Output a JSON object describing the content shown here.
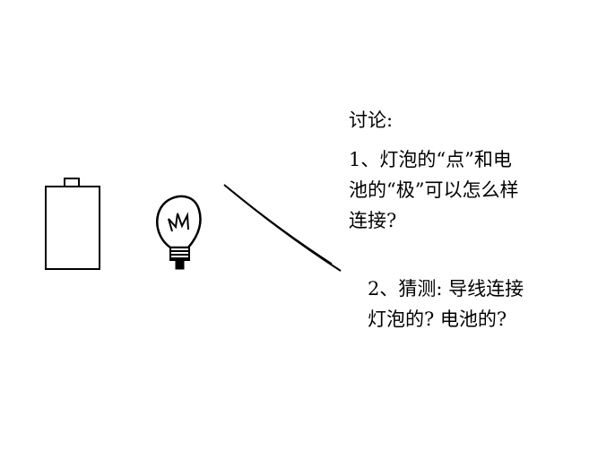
{
  "discussion": {
    "title": "讨论:",
    "question1": "1、灯泡的“点”和电\n池的“极”可以怎么样\n连接?",
    "question2": "2、猜测: 导线连接\n灯泡的? 电池的?"
  },
  "icons": [
    "battery-icon",
    "light-bulb-icon",
    "wire-icon"
  ],
  "colors": {
    "stroke": "#000000",
    "background": "#ffffff"
  }
}
